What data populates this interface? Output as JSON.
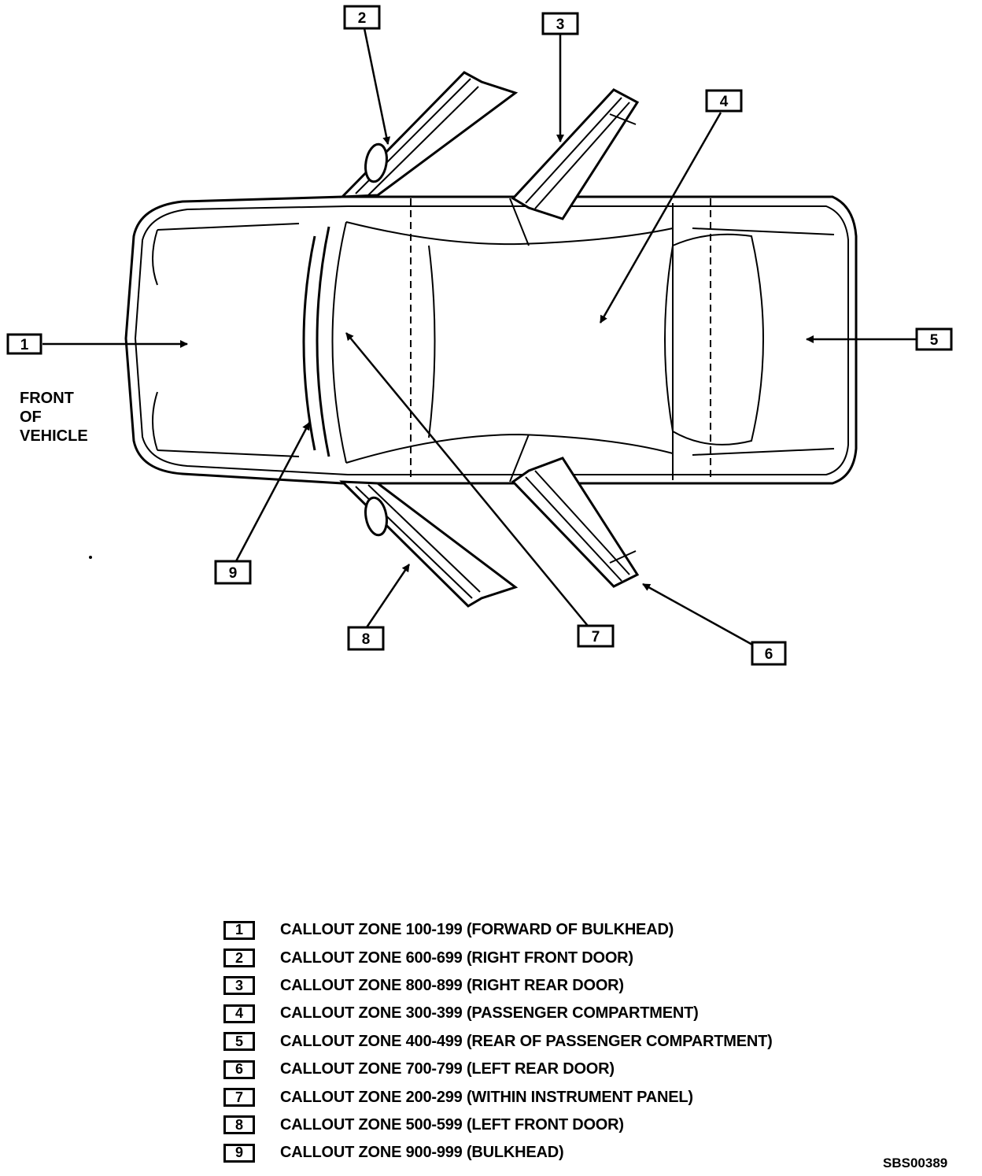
{
  "front_label": [
    "FRONT",
    "OF",
    "VEHICLE"
  ],
  "callouts": [
    "1",
    "2",
    "3",
    "4",
    "5",
    "6",
    "7",
    "8",
    "9"
  ],
  "legend": [
    {
      "num": "1",
      "text": "CALLOUT ZONE 100-199 (FORWARD OF BULKHEAD)"
    },
    {
      "num": "2",
      "text": "CALLOUT ZONE 600-699 (RIGHT FRONT DOOR)"
    },
    {
      "num": "3",
      "text": "CALLOUT ZONE 800-899 (RIGHT REAR DOOR)"
    },
    {
      "num": "4",
      "text": "CALLOUT ZONE 300-399 (PASSENGER COMPARTMENT)"
    },
    {
      "num": "5",
      "text": "CALLOUT ZONE 400-499 (REAR OF PASSENGER COMPARTMENT)"
    },
    {
      "num": "6",
      "text": "CALLOUT ZONE 700-799 (LEFT REAR DOOR)"
    },
    {
      "num": "7",
      "text": "CALLOUT ZONE 200-299 (WITHIN INSTRUMENT PANEL)"
    },
    {
      "num": "8",
      "text": "CALLOUT ZONE 500-599 (LEFT FRONT DOOR)"
    },
    {
      "num": "9",
      "text": "CALLOUT ZONE 900-999 (BULKHEAD)"
    }
  ],
  "figure_id": "SBS00389"
}
